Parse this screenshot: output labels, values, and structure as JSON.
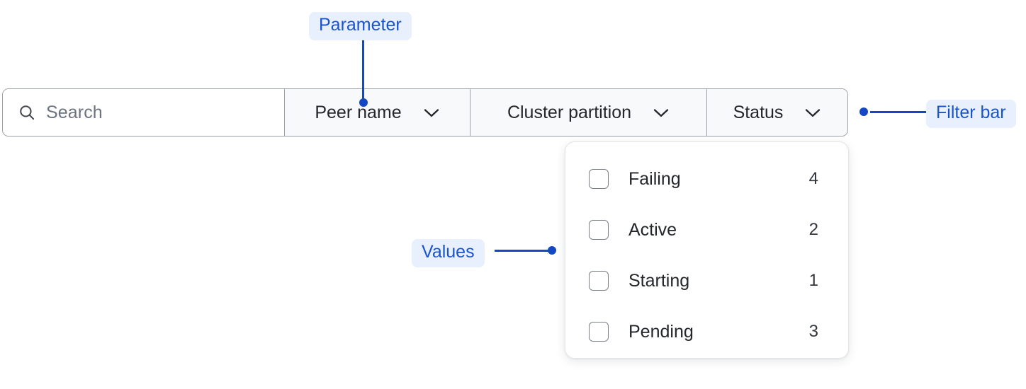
{
  "filter_bar": {
    "search": {
      "placeholder": "Search",
      "value": "",
      "icon": "search-icon"
    },
    "segments": [
      {
        "id": "peer-name",
        "label": "Peer name",
        "icon": "chevron-down-icon",
        "expanded": false
      },
      {
        "id": "cluster-partition",
        "label": "Cluster partition",
        "icon": "chevron-down-icon",
        "expanded": false
      },
      {
        "id": "status",
        "label": "Status",
        "icon": "chevron-down-icon",
        "expanded": true
      }
    ]
  },
  "dropdown": {
    "owner": "status",
    "options": [
      {
        "label": "Failing",
        "count": "4",
        "checked": false
      },
      {
        "label": "Active",
        "count": "2",
        "checked": false
      },
      {
        "label": "Starting",
        "count": "1",
        "checked": false
      },
      {
        "label": "Pending",
        "count": "3",
        "checked": false
      }
    ]
  },
  "annotations": [
    {
      "id": "parameter",
      "label": "Parameter",
      "target": "peer-name-segment"
    },
    {
      "id": "filter-bar",
      "label": "Filter bar",
      "target": "filter-bar"
    },
    {
      "id": "values",
      "label": "Values",
      "target": "dropdown-panel"
    }
  ],
  "colors": {
    "annotation_text": "#1a53d0",
    "annotation_background": "#e8f0fe",
    "connector": "#1447c4",
    "segment_background": "#f8f9fa",
    "border": "#9aa0a6",
    "text_primary": "#23262b",
    "text_placeholder": "#6b7280"
  }
}
